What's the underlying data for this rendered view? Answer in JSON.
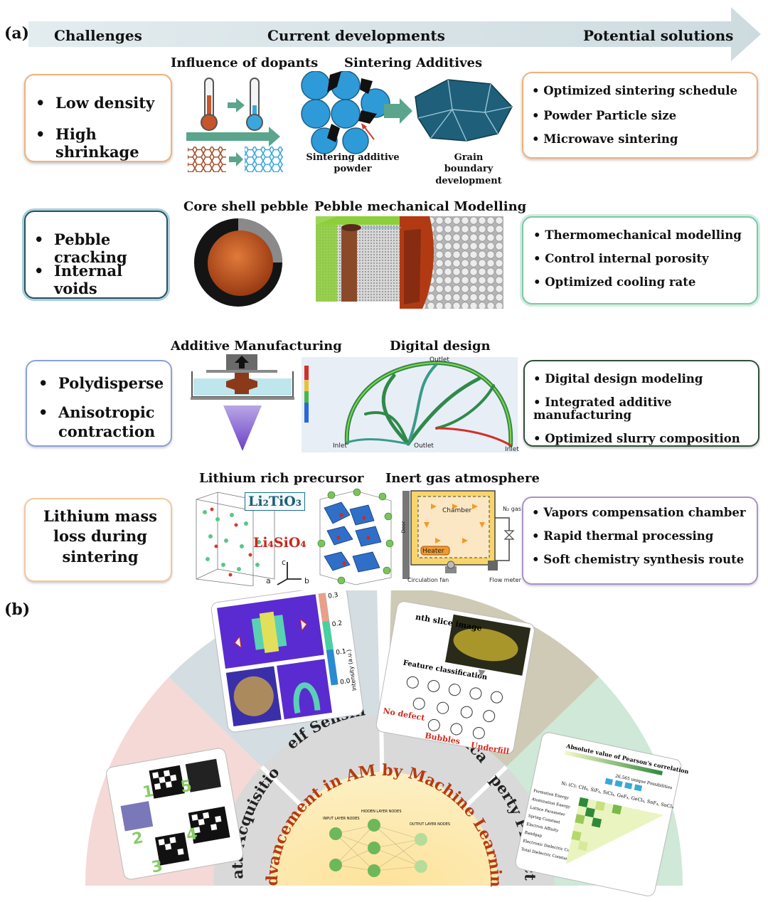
{
  "panel_a_label": "(a)",
  "panel_b_label": "(b)",
  "arrow": {
    "challenges": "Challenges",
    "current": "Current developments",
    "solutions": "Potential solutions"
  },
  "rows": [
    {
      "challenges": [
        "Low density",
        "High shrinkage"
      ],
      "captions": [
        "Influence of dopants",
        "Sintering Additives"
      ],
      "sub_captions": [
        "Sintering additive powder",
        "Grain boundary development"
      ],
      "solutions": [
        "Optimized sintering schedule",
        "Powder Particle size",
        "Microwave sintering"
      ],
      "color": "#f3b07a"
    },
    {
      "challenges": [
        "Pebble cracking",
        "Internal voids"
      ],
      "captions": [
        "Core shell pebble",
        "Pebble mechanical Modelling"
      ],
      "solutions": [
        "Thermomechanical modelling",
        "Control internal porosity",
        "Optimized cooling rate"
      ],
      "color": "#7aa9c6"
    },
    {
      "challenges": [
        "Polydisperse",
        "Anisotropic contraction"
      ],
      "captions": [
        "Additive Manufacturing",
        "Digital design"
      ],
      "cfd_labels": [
        "Outlet",
        "Inlet",
        "Outlet",
        "Inlet"
      ],
      "solutions": [
        "Digital design modeling",
        "Integrated additive manufacturing",
        "Optimized slurry composition"
      ],
      "color": "#8c9fe0"
    },
    {
      "challenges": [
        "Lithium mass loss during sintering"
      ],
      "captions": [
        "Lithium rich precursor",
        "Inert gas atmosphere"
      ],
      "formula_1": "Li₂TiO₃",
      "formula_2": "Li₄SiO₄",
      "axes": [
        "c",
        "a",
        "b"
      ],
      "chamber_labels": [
        "Chamber",
        "Heater",
        "Circulation fan",
        "Flow meter",
        "N₂ gas",
        "Door"
      ],
      "solutions": [
        "Vapors compensation chamber",
        "Rapid thermal processing",
        "Soft chemistry synthesis route"
      ],
      "color": "#f3c79a"
    }
  ],
  "row_colors": {
    "row2_solution": "#7cc7a6",
    "row3_solution": "#2f4f3a",
    "row4_solution": "#a892c8"
  },
  "fan": {
    "center_title": "Advancement in AM by Machine Learning",
    "layer_labels": [
      "INPUT LAYER NODES",
      "HIDDEN LAYER NODES",
      "OUTPUT LAYER NODES"
    ],
    "segments": [
      "Data Acquisition",
      "Self Sensing",
      "Defect Identification",
      "Property Prediction"
    ],
    "sensing_colorbar": [
      "0.3",
      "0.2",
      "0.1",
      "0.0"
    ],
    "sensing_colorbar_label": "Intensity (a.u.)",
    "defect_labels": [
      "nth slice image",
      "Feature classification",
      "No defect",
      "Bubbles",
      "Underfill"
    ],
    "property_title": "Absolute value of Pearson's correlation",
    "property_note": "26,565 unique Possibilities",
    "property_gases": "N₂ (C): CH₄, SiF₄, SiCl₄, GeF₄, GeCl₄, SnF₄, SnCl₄",
    "property_rows": [
      "Formation Energy",
      "Atomization Energy",
      "Lattice Parameter",
      "Spring Constant",
      "Electron Affinity",
      "Bandgap",
      "Electronic Dielectric Constant",
      "Total Dielectric Constant"
    ],
    "data_steps": [
      "1",
      "2",
      "3",
      "4",
      "5"
    ],
    "colors": {
      "data": "#f4d9d6",
      "sensing": "#d3dde2",
      "defect": "#cfcab5",
      "property": "#cfe8d8",
      "center": "#fde9a9",
      "inner_ring": "#d9d9d9"
    }
  }
}
